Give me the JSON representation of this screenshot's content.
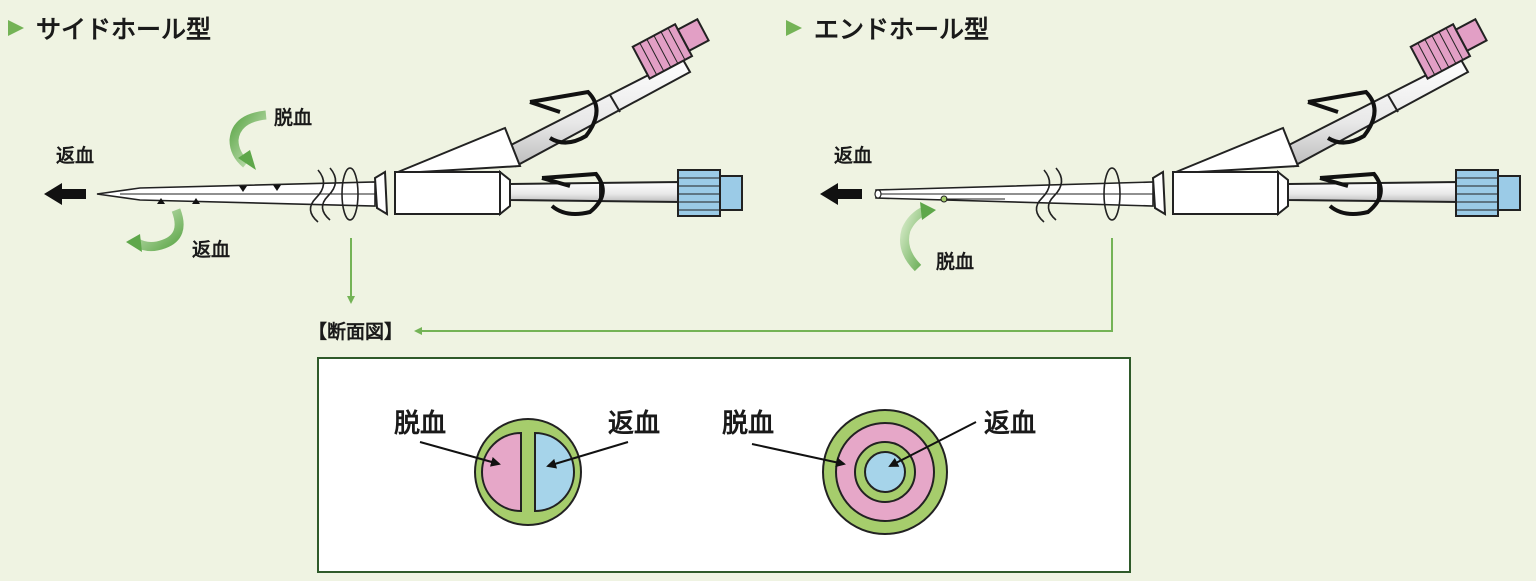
{
  "left_panel": {
    "title": "サイドホール型",
    "labels": {
      "return_top": "返血",
      "draw_top": "脱血",
      "return_bottom": "返血"
    }
  },
  "right_panel": {
    "title": "エンドホール型",
    "labels": {
      "return_top": "返血",
      "draw_bottom": "脱血"
    }
  },
  "cross_section": {
    "label": "【断面図】",
    "left": {
      "draw": "脱血",
      "return": "返血"
    },
    "right": {
      "draw": "脱血",
      "return": "返血"
    }
  },
  "colors": {
    "background": "#eff3e2",
    "accent_green": "#74b356",
    "outer_wall": "#a6cd6c",
    "draw_lumen": "#e6a7c8",
    "return_lumen": "#a6d4ea",
    "pink_hub": "#e29fc5",
    "blue_hub": "#9bcbe7",
    "box_border": "#2f5a2a"
  }
}
